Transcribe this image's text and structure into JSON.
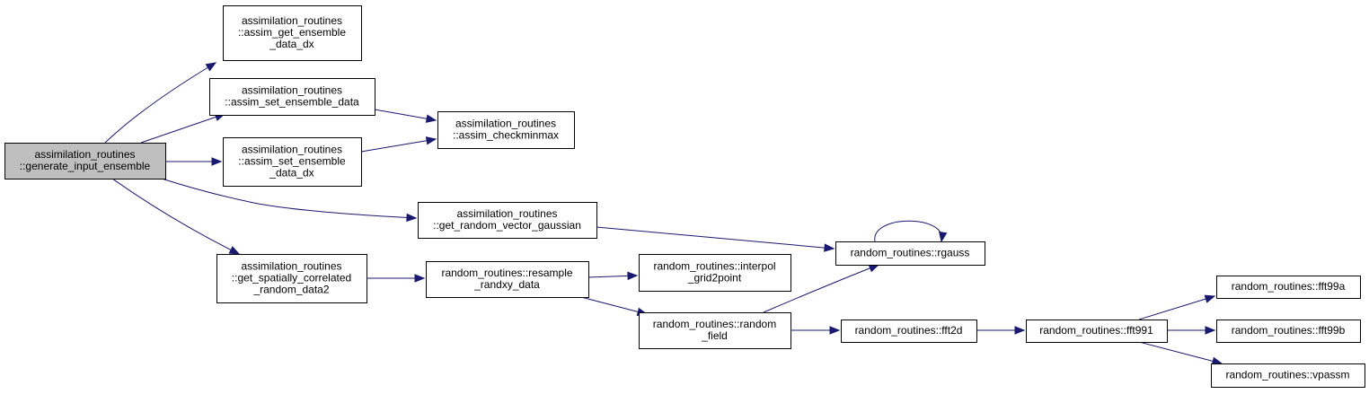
{
  "graph": {
    "nodes": [
      {
        "id": "generate_input_ensemble",
        "lines": [
          "assimilation_routines",
          "::generate_input_ensemble"
        ],
        "root": true
      },
      {
        "id": "assim_get_ensemble_data_dx",
        "lines": [
          "assimilation_routines",
          "::assim_get_ensemble",
          "_data_dx"
        ]
      },
      {
        "id": "assim_set_ensemble_data",
        "lines": [
          "assimilation_routines",
          "::assim_set_ensemble_data"
        ]
      },
      {
        "id": "assim_set_ensemble_data_dx",
        "lines": [
          "assimilation_routines",
          "::assim_set_ensemble",
          "_data_dx"
        ]
      },
      {
        "id": "assim_checkminmax",
        "lines": [
          "assimilation_routines",
          "::assim_checkminmax"
        ]
      },
      {
        "id": "get_random_vector_gaussian",
        "lines": [
          "assimilation_routines",
          "::get_random_vector_gaussian"
        ]
      },
      {
        "id": "get_spatially_correlated_random_data2",
        "lines": [
          "assimilation_routines",
          "::get_spatially_correlated",
          "_random_data2"
        ]
      },
      {
        "id": "resample_randxy_data",
        "lines": [
          "random_routines::resample",
          "_randxy_data"
        ]
      },
      {
        "id": "interpol_grid2point",
        "lines": [
          "random_routines::interpol",
          "_grid2point"
        ]
      },
      {
        "id": "random_field",
        "lines": [
          "random_routines::random",
          "_field"
        ]
      },
      {
        "id": "rgauss",
        "lines": [
          "random_routines::rgauss"
        ]
      },
      {
        "id": "fft2d",
        "lines": [
          "random_routines::fft2d"
        ]
      },
      {
        "id": "fft991",
        "lines": [
          "random_routines::fft991"
        ]
      },
      {
        "id": "fft99a",
        "lines": [
          "random_routines::fft99a"
        ]
      },
      {
        "id": "fft99b",
        "lines": [
          "random_routines::fft99b"
        ]
      },
      {
        "id": "vpassm",
        "lines": [
          "random_routines::vpassm"
        ]
      }
    ],
    "edges": [
      {
        "from": "generate_input_ensemble",
        "to": "assim_get_ensemble_data_dx"
      },
      {
        "from": "generate_input_ensemble",
        "to": "assim_set_ensemble_data"
      },
      {
        "from": "generate_input_ensemble",
        "to": "assim_set_ensemble_data_dx"
      },
      {
        "from": "generate_input_ensemble",
        "to": "get_random_vector_gaussian"
      },
      {
        "from": "generate_input_ensemble",
        "to": "get_spatially_correlated_random_data2"
      },
      {
        "from": "assim_set_ensemble_data",
        "to": "assim_checkminmax"
      },
      {
        "from": "assim_set_ensemble_data_dx",
        "to": "assim_checkminmax"
      },
      {
        "from": "get_random_vector_gaussian",
        "to": "rgauss"
      },
      {
        "from": "get_spatially_correlated_random_data2",
        "to": "resample_randxy_data"
      },
      {
        "from": "resample_randxy_data",
        "to": "interpol_grid2point"
      },
      {
        "from": "resample_randxy_data",
        "to": "random_field"
      },
      {
        "from": "random_field",
        "to": "rgauss"
      },
      {
        "from": "random_field",
        "to": "fft2d"
      },
      {
        "from": "rgauss",
        "to": "rgauss"
      },
      {
        "from": "fft2d",
        "to": "fft991"
      },
      {
        "from": "fft991",
        "to": "fft99a"
      },
      {
        "from": "fft991",
        "to": "fft99b"
      },
      {
        "from": "fft991",
        "to": "vpassm"
      }
    ]
  }
}
